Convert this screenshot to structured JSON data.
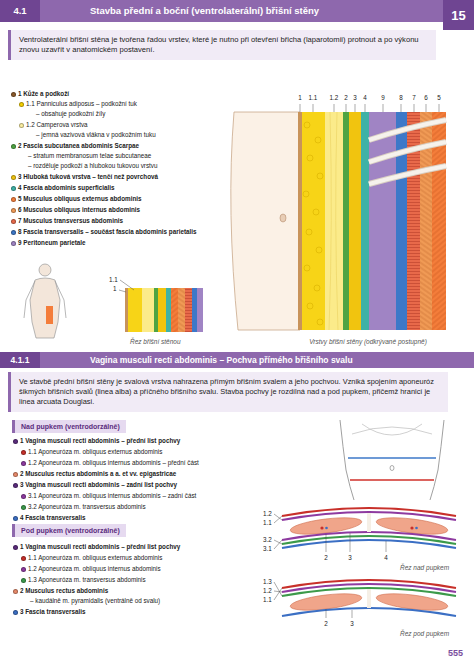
{
  "diagram": {
    "nodes": [
      {
        "text": [
          "4.1",
          "Stavba přední a boční (ventrolaterální) břišní stěny"
        ]
      },
      {
        "text": [
          "15"
        ]
      },
      {
        "text": [
          "Ventrolaterální břišní stěna je tvořena řadou vrstev, které je nutno při otevření břicha (laparotomii) protnout a po výkonu znovu uzavřít v anatomickém postavení."
        ]
      },
      {
        "text": [
          "4.1.1",
          "Vagina musculi recti abdominis – Pochva přímého břišního svalu"
        ]
      },
      {
        "text": [
          "Ve stavbě přední břišní stěny je svalová vrstva nahrazena přímým břišním svalem a jeho pochvou. Vzniká spojením aponeuróz šikmých břišních svalů (linea alba) a příčného břišního svalu. Stavba pochvy je rozdílná nad a pod pupkem, přičemž hranicí je linea arcuata Douglasi."
        ]
      },
      {
        "text": [
          "Nad pupkem (ventrodorzálně)"
        ]
      },
      {
        "text": [
          "Pod pupkem (ventrodorzálně)"
        ]
      }
    ],
    "labels": [
      "1 Kůže a podkoží",
      "1.1 Panniculus adiposus – podkožní tuk",
      "– obsahuje podkožní žíly",
      "1.2 Camperova vrstva",
      "– jemná vazivová vlákna v podkožním tuku",
      "2 Fascia subcutanea abdominis Scarpae",
      "– stratum membranosum telae subcutaneae",
      "– rozděluje podkoží a hlubokou tukovou vrstvu",
      "3 Hluboká tuková vrstva – tenčí než povrchová",
      "4 Fascia abdominis superficialis",
      "5 Musculus obliquus externus abdominis",
      "6 Musculus obliquus internus abdominis",
      "7 Musculus transversus abdominis",
      "8 Fascia transversalis – součást fascia abdominis parietalis",
      "9 Peritoneum parietale",
      "1",
      "1.1",
      "1.2",
      "2",
      "3",
      "4",
      "9",
      "8",
      "7",
      "6",
      "5",
      "1.1",
      "1",
      "Řez břišní stěnou",
      "Vrstvy břišní stěny (odkrývané postupně)",
      "1 Vagina musculi recti abdominis – přední list pochvy",
      "1.1 Aponeuróza m. obliquus externus abdominis",
      "1.2 Aponeuróza m. obliquus internus abdominis – přední část",
      "2 Musculus rectus abdominis a a. et vv. epigastricae",
      "3 Vagina musculi recti abdominis – zadní list pochvy",
      "3.1 Aponeuróza m. obliquus internus abdominis – zadní část",
      "3.2 Aponeuróza m. transversus abdominis",
      "4 Fascia transversalis",
      "1 Vagina musculi recti abdominis – přední list pochvy",
      "1.1 Aponeuróza m. obliquus externus abdominis",
      "1.2 Aponeuróza m. obliquus internus abdominis",
      "1.3 Aponeuróza m. transversus abdominis",
      "2 Musculus rectus abdominis",
      "– kaudálně m. pyramidalis (ventrálně od svalu)",
      "3 Fascia transversalis",
      "1.2",
      "1.1",
      "3.2",
      "3.1",
      "2",
      "3",
      "4",
      "Řez nad pupkem",
      "1.3",
      "1.2",
      "1.1",
      "2",
      "3",
      "Řez pod pupkem",
      "555"
    ]
  }
}
